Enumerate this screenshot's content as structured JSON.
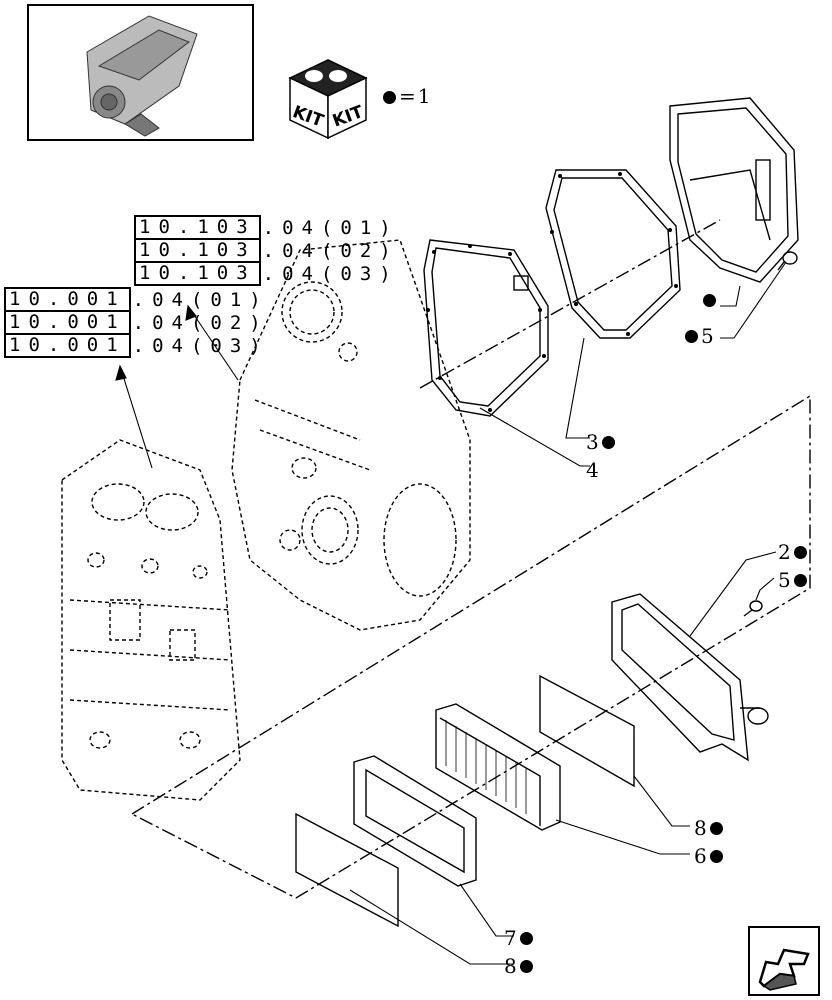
{
  "legend": {
    "kit_symbol": "●",
    "equals": "=",
    "value": "1"
  },
  "kit_box": {
    "label_left": "KIT",
    "label_right": "KIT"
  },
  "refs_103": [
    {
      "code": "10.103",
      "suffix": ".04(01)"
    },
    {
      "code": "10.103",
      "suffix": ".04(02)"
    },
    {
      "code": "10.103",
      "suffix": ".04(03)"
    }
  ],
  "refs_001": [
    {
      "code": "10.001",
      "suffix": ".04(01)"
    },
    {
      "code": "10.001",
      "suffix": ".04(02)"
    },
    {
      "code": "10.001",
      "suffix": ".04(03)"
    }
  ],
  "callouts": [
    {
      "id": "c-top-dot",
      "num": "",
      "kit": true
    },
    {
      "id": "c5a",
      "num": "5",
      "kit": true,
      "dot_first": true
    },
    {
      "id": "c3",
      "num": "3",
      "kit": true
    },
    {
      "id": "c4",
      "num": "4",
      "kit": false
    },
    {
      "id": "c2",
      "num": "2",
      "kit": true
    },
    {
      "id": "c5b",
      "num": "5",
      "kit": true
    },
    {
      "id": "c8a",
      "num": "8",
      "kit": true
    },
    {
      "id": "c6",
      "num": "6",
      "kit": true
    },
    {
      "id": "c7",
      "num": "7",
      "kit": true
    },
    {
      "id": "c8b",
      "num": "8",
      "kit": true
    }
  ],
  "colors": {
    "ink": "#000000",
    "paper": "#ffffff",
    "shade": "#9a9a9a"
  },
  "icons": [
    "engine-thumbnail-icon",
    "kit-box-icon",
    "next-page-arrow-icon"
  ]
}
